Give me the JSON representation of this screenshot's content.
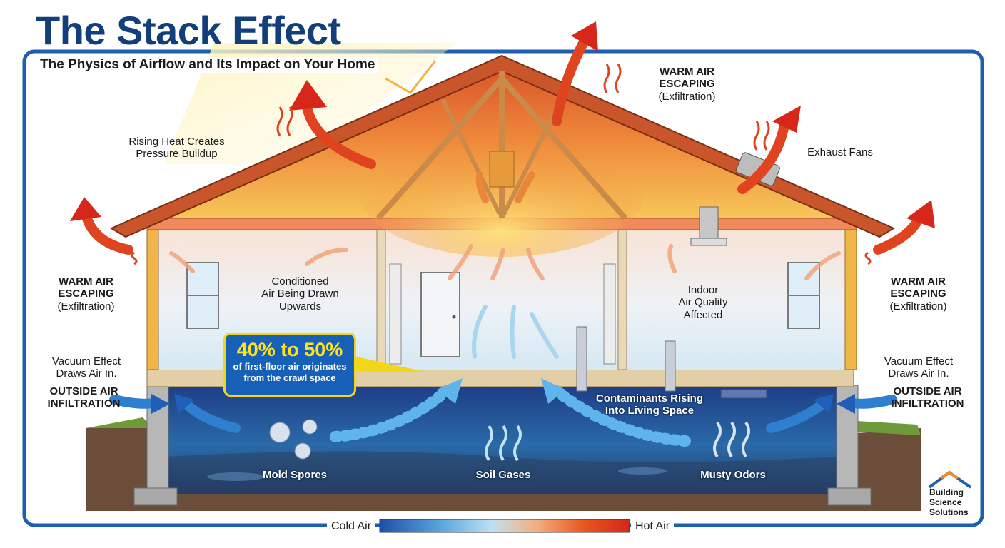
{
  "title": "The Stack Effect",
  "subtitle": "The Physics of Airflow and Its Impact on Your Home",
  "labels": {
    "rising_heat": [
      "Rising Heat Creates",
      "Pressure Buildup"
    ],
    "warm_air_top": [
      "WARM AIR",
      "ESCAPING",
      "(Exfiltration)"
    ],
    "exhaust_fans": "Exhaust Fans",
    "warm_air_left": [
      "WARM AIR",
      "ESCAPING",
      "(Exfiltration)"
    ],
    "warm_air_right": [
      "WARM AIR",
      "ESCAPING",
      "(Exfiltration)"
    ],
    "conditioned_air": [
      "Conditioned",
      "Air Being Drawn",
      "Upwards"
    ],
    "indoor_air": [
      "Indoor",
      "Air Quality",
      "Affected"
    ],
    "vacuum_left": [
      "Vacuum Effect",
      "Draws Air In."
    ],
    "infiltration_left": [
      "OUTSIDE AIR",
      "INFILTRATION"
    ],
    "vacuum_right": [
      "Vacuum Effect",
      "Draws Air In."
    ],
    "infiltration_right": [
      "OUTSIDE AIR",
      "INFILTRATION"
    ],
    "contaminants": [
      "Contaminants Rising",
      "Into Living Space"
    ],
    "mold": "Mold Spores",
    "soil": "Soil Gases",
    "musty": "Musty Odors"
  },
  "callout": {
    "headline": "40% to 50%",
    "body": [
      "of first-floor air originates",
      "from the crawl space"
    ]
  },
  "legend": {
    "cold": "Cold Air",
    "hot": "Hot Air",
    "gradient": [
      "#1f4fa8",
      "#5aa8de",
      "#bfe0f2",
      "#f4b183",
      "#e8561e",
      "#d6271a"
    ]
  },
  "brand": [
    "Building",
    "Science",
    "Solutions"
  ],
  "colors": {
    "frame": "#1d5fae",
    "title": "#123f79",
    "hot_arrow": "#e0431f",
    "cold_arrow": "#3b8fd8",
    "callout_bg": "#1760b8",
    "callout_border": "#f2d61a",
    "callout_text": "#ffe21f"
  }
}
